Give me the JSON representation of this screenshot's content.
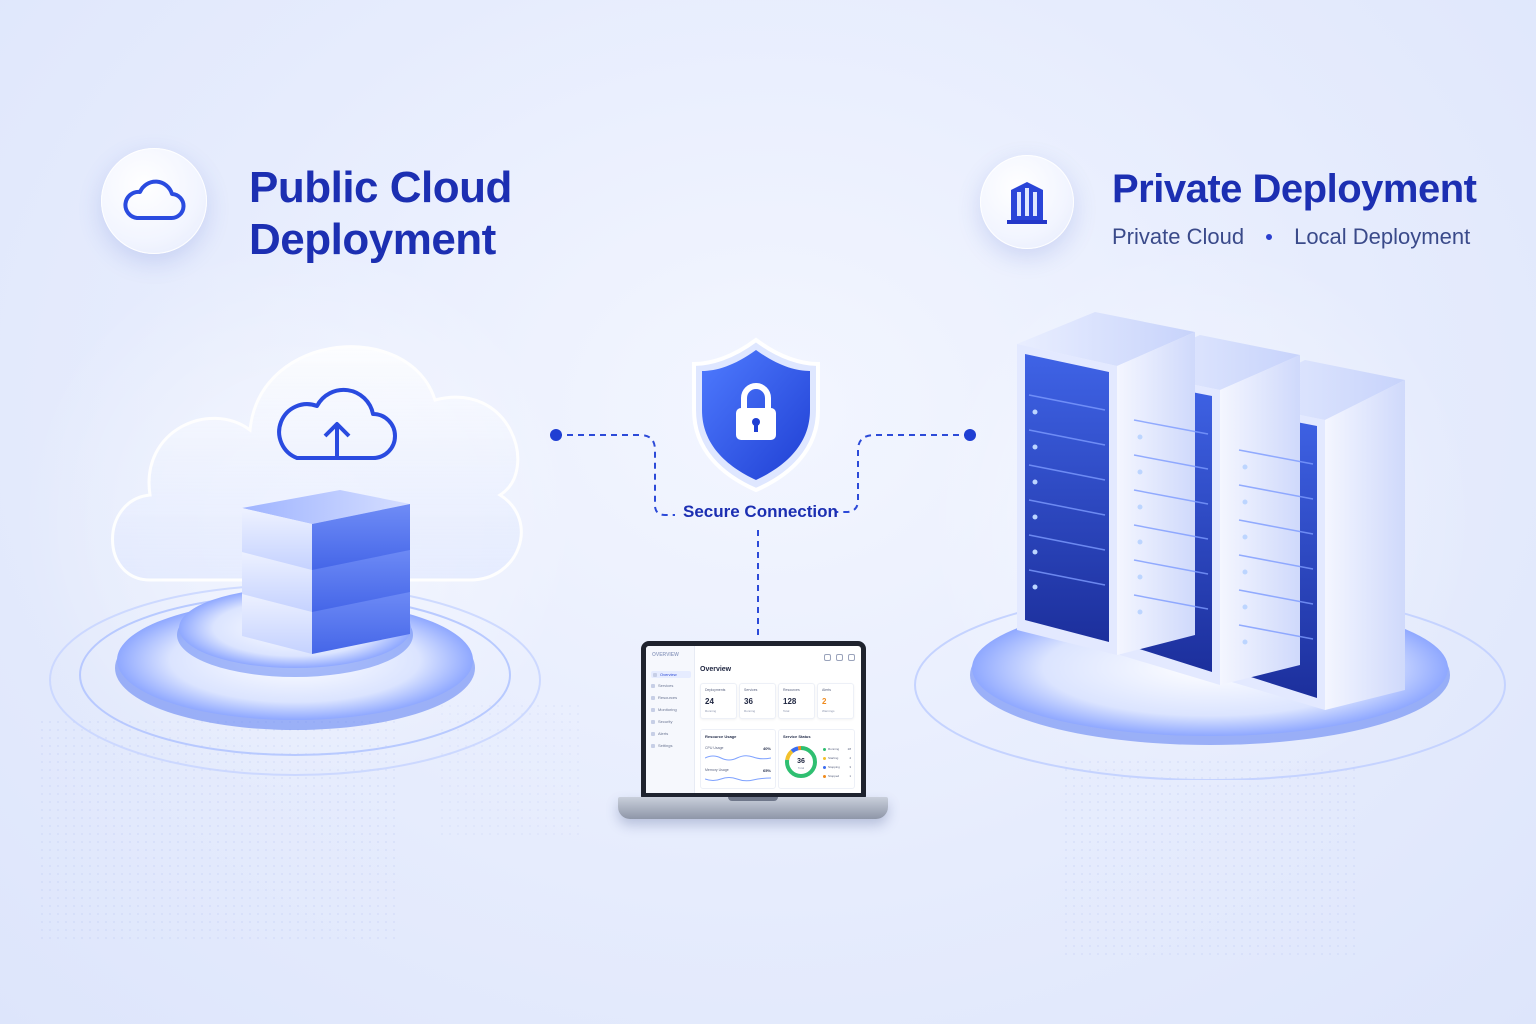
{
  "left": {
    "title": "Public Cloud\nDeployment"
  },
  "right": {
    "title": "Private Deployment",
    "tags": [
      "Private Cloud",
      "Local Deployment"
    ]
  },
  "center": {
    "connection_label": "Secure Connection"
  },
  "dashboard": {
    "brand": "OVERVIEW",
    "title": "Overview",
    "nav": [
      "Overview",
      "Services",
      "Resources",
      "Monitoring",
      "Security",
      "Alerts",
      "Settings"
    ],
    "stats": [
      {
        "label": "Deployments",
        "value": "24",
        "sub": "Running",
        "color": "#1e2540"
      },
      {
        "label": "Services",
        "value": "36",
        "sub": "Running",
        "color": "#1e2540"
      },
      {
        "label": "Resources",
        "value": "128",
        "sub": "Total",
        "color": "#1e2540"
      },
      {
        "label": "Alerts",
        "value": "2",
        "sub": "Warnings",
        "color": "#f08a1c"
      }
    ],
    "resource_usage": {
      "title": "Resource Usage",
      "rows": [
        {
          "label": "CPU Usage",
          "value": "40%"
        },
        {
          "label": "Memory Usage",
          "value": "65%"
        }
      ]
    },
    "service_status": {
      "title": "Service Status",
      "total": "36",
      "total_label": "Total",
      "legend": [
        {
          "label": "Running",
          "value": "28",
          "color": "#2fbf71"
        },
        {
          "label": "Starting",
          "value": "4",
          "color": "#f3c12b"
        },
        {
          "label": "Stopping",
          "value": "3",
          "color": "#3b6cf0"
        },
        {
          "label": "Stopped",
          "value": "1",
          "color": "#f08a1c"
        }
      ]
    }
  },
  "colors": {
    "accent": "#1c2fb2",
    "primary_blue": "#2f55e6",
    "background": "#e6ecfd"
  },
  "icons": {
    "public": "cloud-icon",
    "private": "building-icon",
    "security": "shield-lock-icon",
    "upload": "cloud-upload-icon"
  }
}
